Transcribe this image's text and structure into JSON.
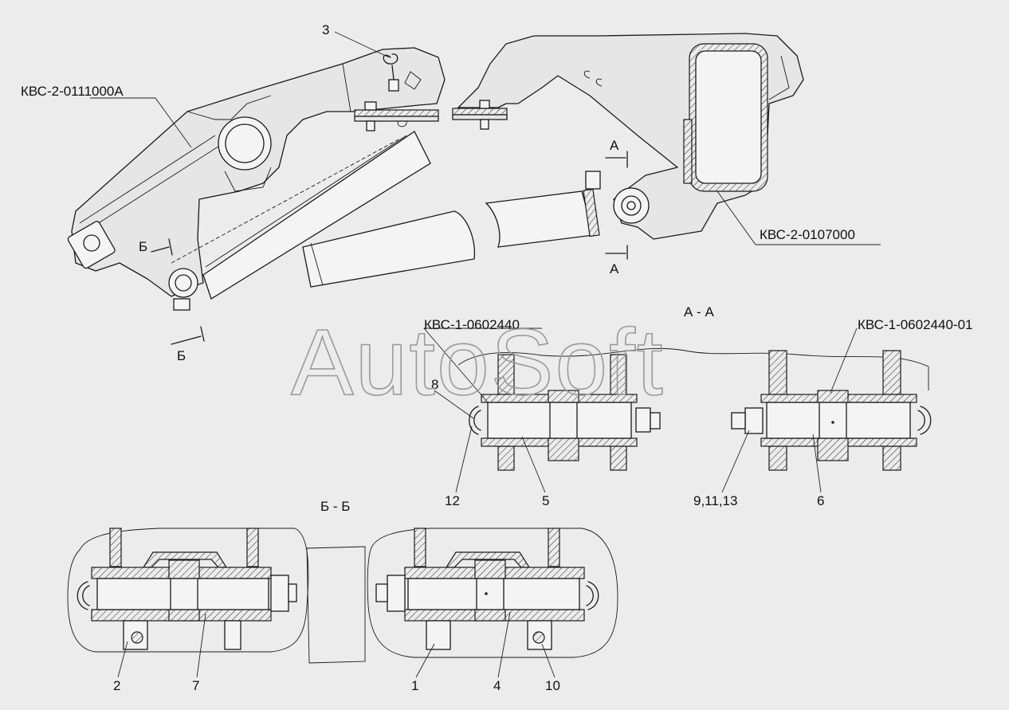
{
  "labels": {
    "assy_frame": "КВС-2-0111000А",
    "assy_beam": "КВС-2-0107000",
    "pin_left": "КВС-1-0602440",
    "pin_right": "КВС-1-0602440-01",
    "n1": "1",
    "n2": "2",
    "n3": "3",
    "n4": "4",
    "n5": "5",
    "n6": "6",
    "n7": "7",
    "n8": "8",
    "n10": "10",
    "n12": "12",
    "n9_11_13": "9,11,13"
  },
  "sections": {
    "aa_title": "А - А",
    "bb_title": "Б - Б",
    "a_mark": "А",
    "b_mark": "Б"
  },
  "watermark": "AutoSoft"
}
